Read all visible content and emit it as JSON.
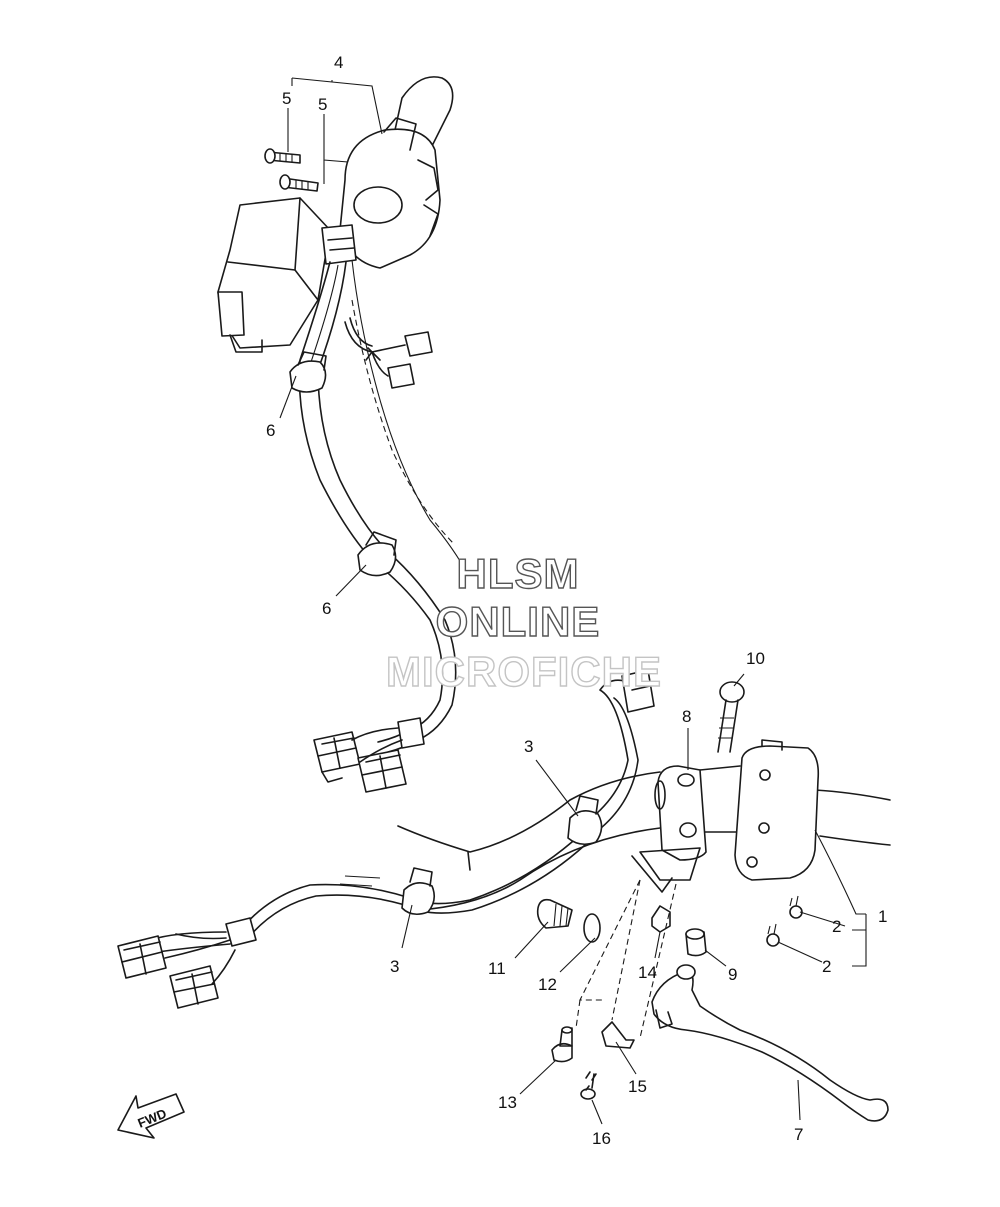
{
  "watermark": {
    "line1": "HLSM",
    "line2": "ONLINE",
    "line3": "MICROFICHE"
  },
  "direction_marker": "FWD",
  "callouts": [
    "1",
    "2",
    "2",
    "3",
    "3",
    "4",
    "5",
    "5",
    "6",
    "6",
    "7",
    "8",
    "9",
    "10",
    "11",
    "12",
    "13",
    "14",
    "15",
    "16"
  ],
  "colors": {
    "line": "#1a1a1a",
    "background": "#ffffff",
    "watermark_dark": "#555555",
    "watermark_light": "#c4c4c4"
  }
}
